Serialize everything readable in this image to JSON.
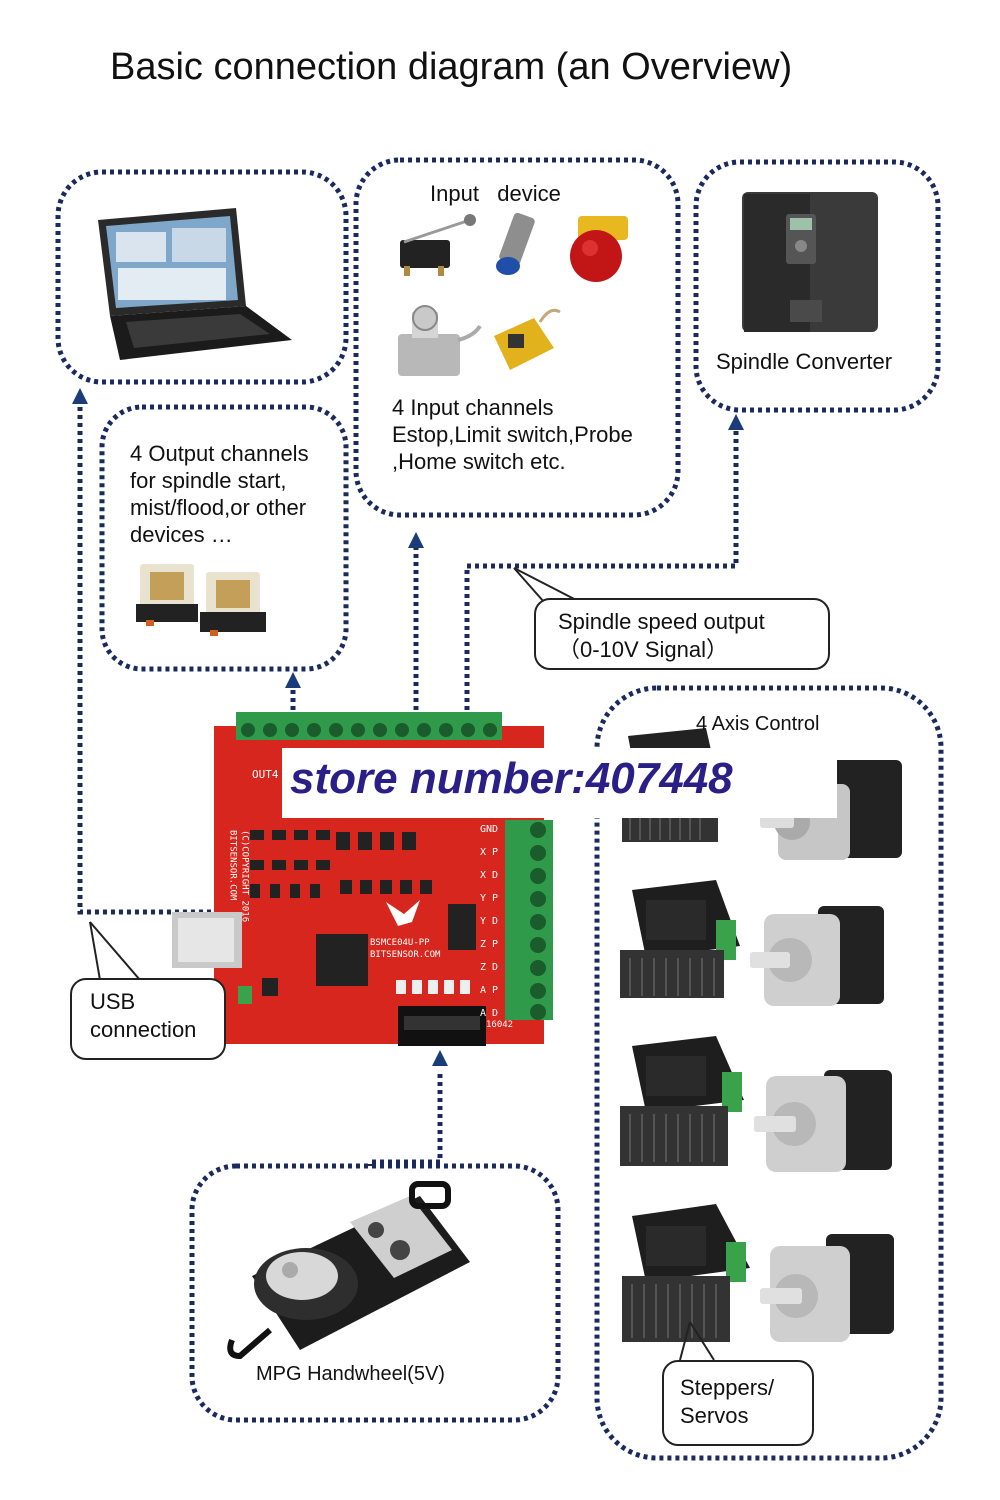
{
  "title": "Basic connection diagram (an Overview)",
  "input_box": {
    "heading": "Input   device",
    "line1": "4 Input channels",
    "line2": "Estop,Limit switch,Probe",
    "line3": ",Home switch etc."
  },
  "spindle_box": {
    "label": "Spindle Converter"
  },
  "output_box": {
    "line1": "4 Output channels",
    "line2": "for spindle start,",
    "line3": "mist/flood,or other",
    "line4": "devices …"
  },
  "spindle_speed": {
    "line1": "Spindle speed output",
    "line2": "（0-10V Signal）"
  },
  "axis_box": {
    "heading": "4 Axis Control",
    "callout_line1": "Steppers/",
    "callout_line2": "Servos"
  },
  "usb": {
    "line1": "USB",
    "line2": "connection"
  },
  "mpg": {
    "label": "MPG Handwheel(5V)"
  },
  "watermark": "store number:407448",
  "board": {
    "out_label": "OUT4",
    "pins": [
      "GND",
      "X P",
      "X D",
      "Y P",
      "Y D",
      "Z P",
      "Z D",
      "A P",
      "A D"
    ],
    "chip_text": "BSMCE04U-PP",
    "chip_text2": "BITSENSOR.COM",
    "side_text": "BITSENSOR.COM",
    "side_text2": "(C)COPYRIGHT 2016",
    "corner_code": "16042"
  },
  "colors": {
    "dotted_border": "#1a2a5e",
    "arrow": "#1a3c78",
    "board_red": "#d7261e",
    "terminal_green": "#2f9a4a"
  }
}
